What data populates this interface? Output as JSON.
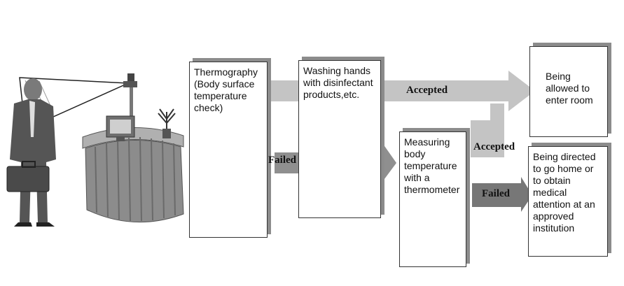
{
  "boxes": {
    "thermography": "Thermography\n(Body surface\ntemperature\ncheck)",
    "washing": "Washing hands\nwith disinfectant\nproducts,etc.",
    "measuring": "Measuring\nbody\ntemperature\nwith a\nthermometer",
    "allowed": "Being\nallowed to\nenter room",
    "directed": "Being directed\nto go home or\nto obtain\nmedical\nattention at an\napproved\ninstitution"
  },
  "labels": {
    "accepted_top": "Accepted",
    "accepted_mid": "Accepted",
    "failed_left": "Failed",
    "failed_right": "Failed"
  },
  "colors": {
    "arrow_light": "#bdbdbd",
    "arrow_dark": "#8f8f8f",
    "box_shadow": "#8c8c8c"
  }
}
